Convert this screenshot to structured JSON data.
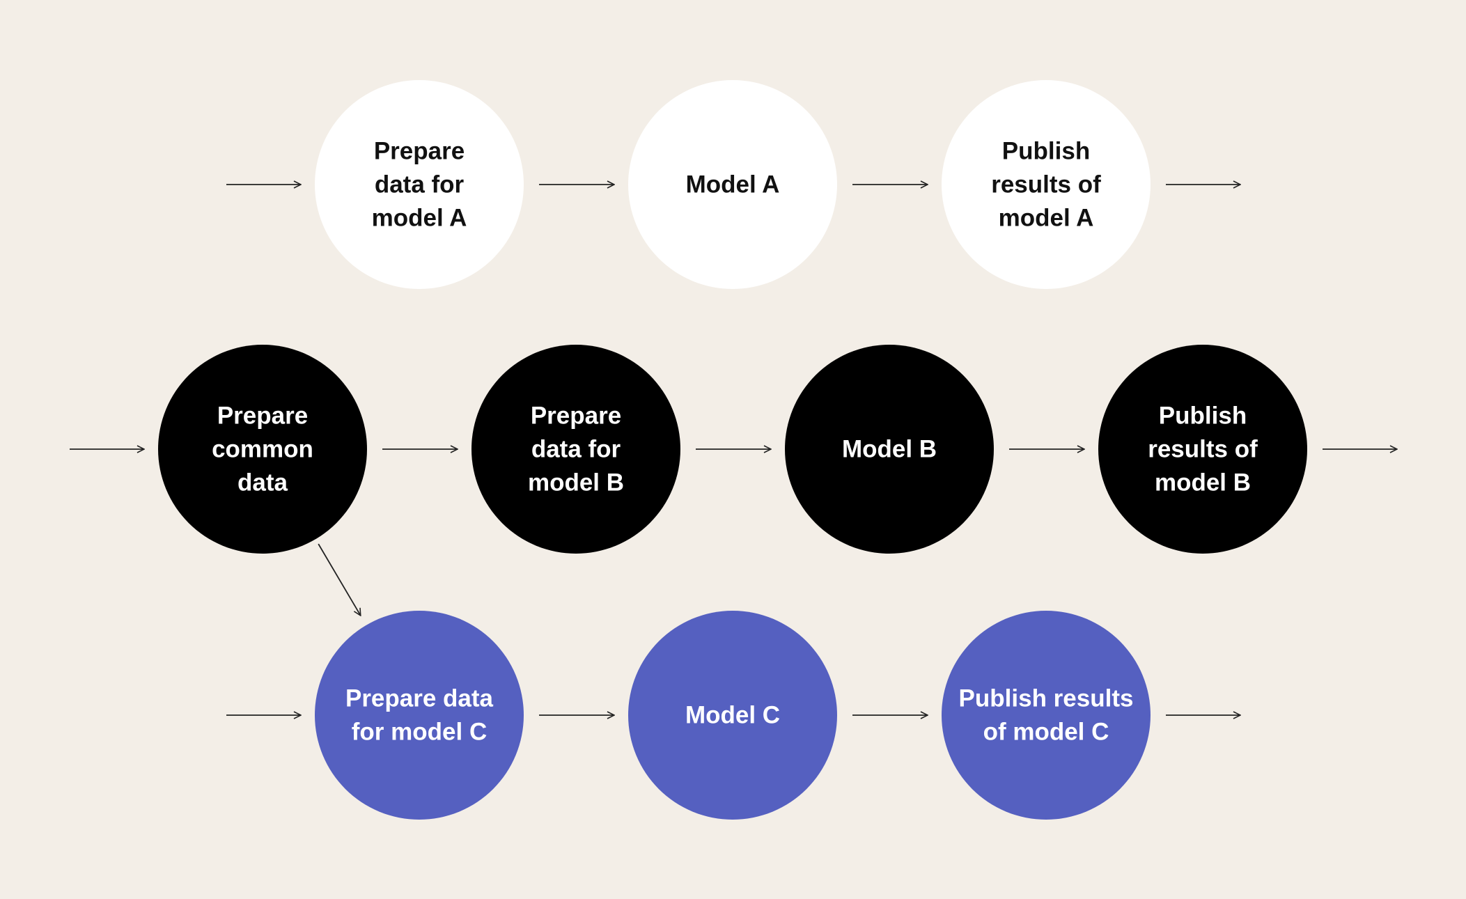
{
  "colors": {
    "background": "#f3eee7",
    "arrow": "#222222",
    "rows": {
      "a": {
        "fill": "#ffffff",
        "text": "#111111"
      },
      "b": {
        "fill": "#000000",
        "text": "#ffffff"
      },
      "c": {
        "fill": "#5560c0",
        "text": "#ffffff"
      }
    }
  },
  "rows": [
    {
      "id": "a",
      "nodes": [
        {
          "id": "prepare-data-a",
          "lines": [
            "Prepare",
            "data for",
            "model A"
          ]
        },
        {
          "id": "model-a",
          "lines": [
            "Model A"
          ]
        },
        {
          "id": "publish-a",
          "lines": [
            "Publish",
            "results of",
            "model A"
          ]
        }
      ]
    },
    {
      "id": "b",
      "nodes": [
        {
          "id": "prepare-common",
          "lines": [
            "Prepare",
            "common",
            "data"
          ]
        },
        {
          "id": "prepare-data-b",
          "lines": [
            "Prepare",
            "data for",
            "model B"
          ]
        },
        {
          "id": "model-b",
          "lines": [
            "Model B"
          ]
        },
        {
          "id": "publish-b",
          "lines": [
            "Publish",
            "results of",
            "model B"
          ]
        }
      ]
    },
    {
      "id": "c",
      "nodes": [
        {
          "id": "prepare-data-c",
          "lines": [
            "Prepare data",
            "for model C"
          ]
        },
        {
          "id": "model-c",
          "lines": [
            "Model C"
          ]
        },
        {
          "id": "publish-c",
          "lines": [
            "Publish results",
            "of model C"
          ]
        }
      ]
    }
  ],
  "edges": [
    {
      "from": "prepare-common",
      "to": "prepare-data-c"
    }
  ]
}
